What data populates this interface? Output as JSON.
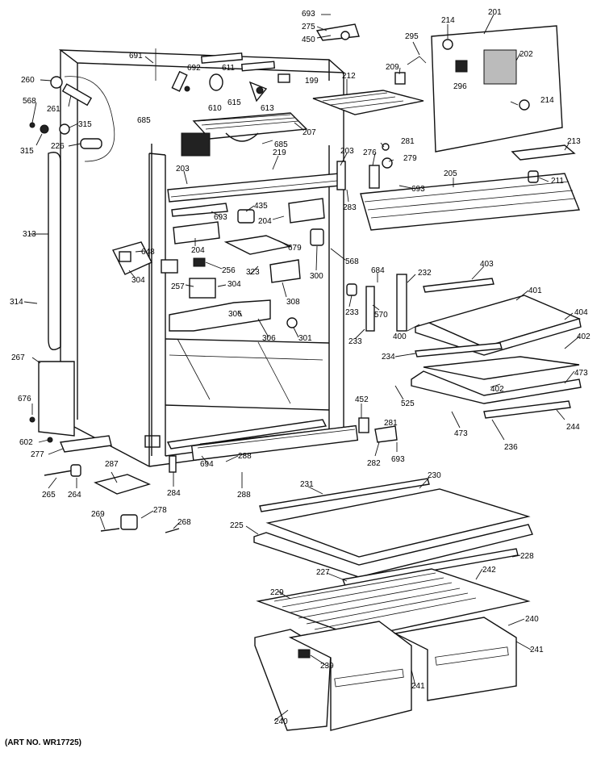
{
  "art_no": "(ART NO. WR17725)",
  "callouts": [
    "693",
    "275",
    "450",
    "214",
    "201",
    "295",
    "691",
    "692",
    "611",
    "199",
    "260",
    "209",
    "202",
    "296",
    "568",
    "261",
    "212",
    "315",
    "610",
    "615",
    "613",
    "214",
    "685",
    "207",
    "315",
    "226",
    "685",
    "281",
    "219",
    "203",
    "203",
    "276",
    "279",
    "213",
    "211",
    "693",
    "205",
    "283",
    "435",
    "693",
    "204",
    "204",
    "679",
    "648",
    "256",
    "304",
    "323",
    "568",
    "300",
    "684",
    "232",
    "403",
    "313",
    "257",
    "304",
    "308",
    "233",
    "570",
    "401",
    "404",
    "314",
    "306",
    "306",
    "301",
    "233",
    "400",
    "402",
    "234",
    "473",
    "267",
    "452",
    "402",
    "525",
    "281",
    "676",
    "244",
    "473",
    "602",
    "277",
    "288",
    "282",
    "693",
    "236",
    "694",
    "287",
    "265",
    "264",
    "284",
    "288",
    "231",
    "230",
    "278",
    "269",
    "268",
    "225",
    "228",
    "227",
    "242",
    "229",
    "240",
    "241",
    "239",
    "241",
    "240"
  ]
}
